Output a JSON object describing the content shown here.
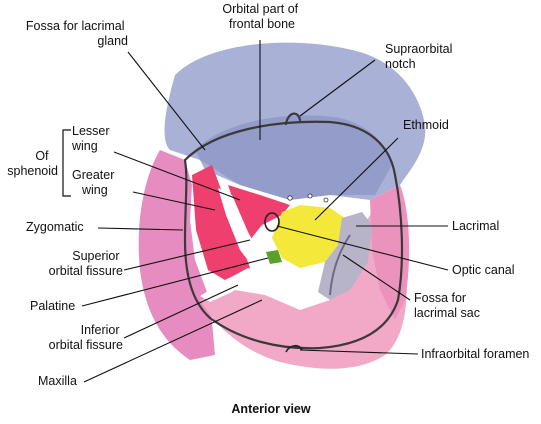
{
  "labels": {
    "fossa_lacrimal_gland": [
      "Fossa for lacrimal",
      "gland"
    ],
    "orbital_part_frontal": [
      "Orbital part of",
      "frontal bone"
    ],
    "supraorbital_notch": [
      "Supraorbital",
      "notch"
    ],
    "ethmoid": "Ethmoid",
    "lesser_wing": [
      "Lesser",
      "wing"
    ],
    "of_sphenoid": [
      "Of",
      "sphenoid"
    ],
    "greater_wing": [
      "Greater",
      "wing"
    ],
    "zygomatic": "Zygomatic",
    "superior_orbital_fissure": [
      "Superior",
      "orbital fissure"
    ],
    "palatine": "Palatine",
    "inferior_orbital_fissure": [
      "Inferior",
      "orbital fissure"
    ],
    "maxilla": "Maxilla",
    "lacrimal": "Lacrimal",
    "optic_canal": "Optic canal",
    "fossa_lacrimal_sac": [
      "Fossa for",
      "lacrimal sac"
    ],
    "infraorbital_foramen": "Infraorbital foramen"
  },
  "caption": "Anterior view",
  "colors": {
    "frontal": "#a9b1d6",
    "frontal_deep": "#8e97c6",
    "zygomatic": "#e68cc0",
    "maxilla": "#f2a9c8",
    "sphenoid": "#ee3f6e",
    "ethmoid": "#f4e83a",
    "lacrimal": "#b7b4c9",
    "palatine": "#5aa02c",
    "fissure": "#ffffff"
  }
}
